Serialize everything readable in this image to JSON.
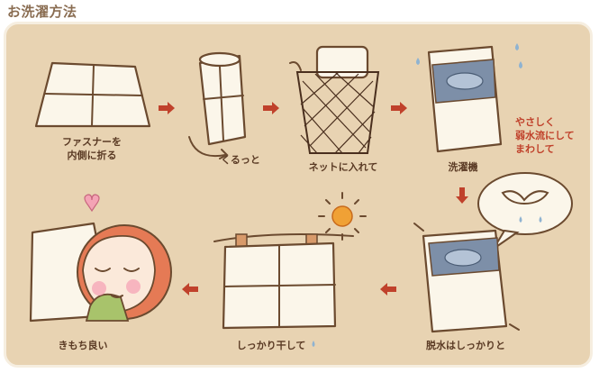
{
  "title": "お洗濯方法",
  "steps": {
    "s1": "ファスナーを",
    "s1b": "内側に折る",
    "s2": "くるっと",
    "s3": "ネットに入れて",
    "s4": "洗濯機",
    "s5": "脱水はしっかりと",
    "s6": "しっかり干して",
    "s7": "きもち良い"
  },
  "note": [
    "やさしく",
    "弱水流にして",
    "まわして"
  ],
  "colors": {
    "panel": "#e8d3b2",
    "arrow": "#c0412b",
    "text": "#5a3a24",
    "title": "#8a6d52"
  }
}
